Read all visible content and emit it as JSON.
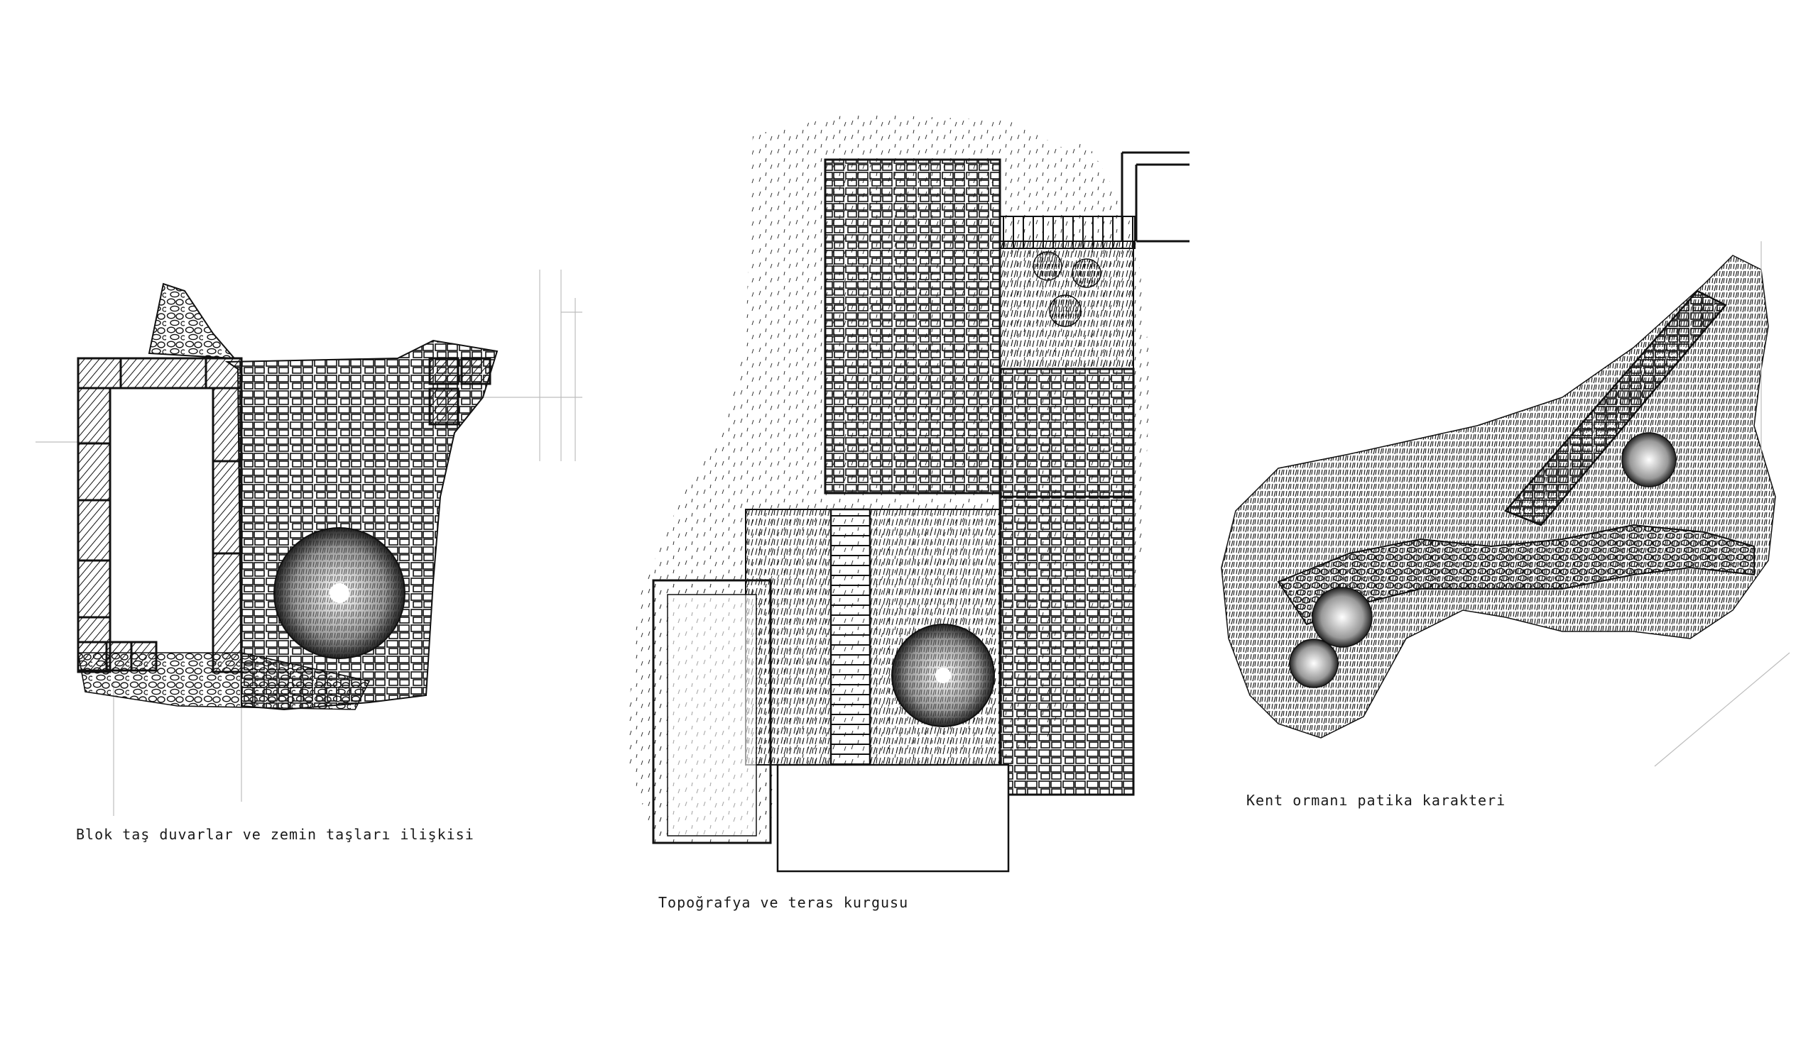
{
  "captions": {
    "drawing_1": "Blok taş duvarlar ve zemin taşları ilişkisi",
    "drawing_2": "Topoğrafya ve teras kurgusu",
    "drawing_3": "Kent ormanı patika karakteri"
  },
  "colors": {
    "ink": "#111111",
    "paper": "#ffffff",
    "guide": "#bdbdbd"
  }
}
